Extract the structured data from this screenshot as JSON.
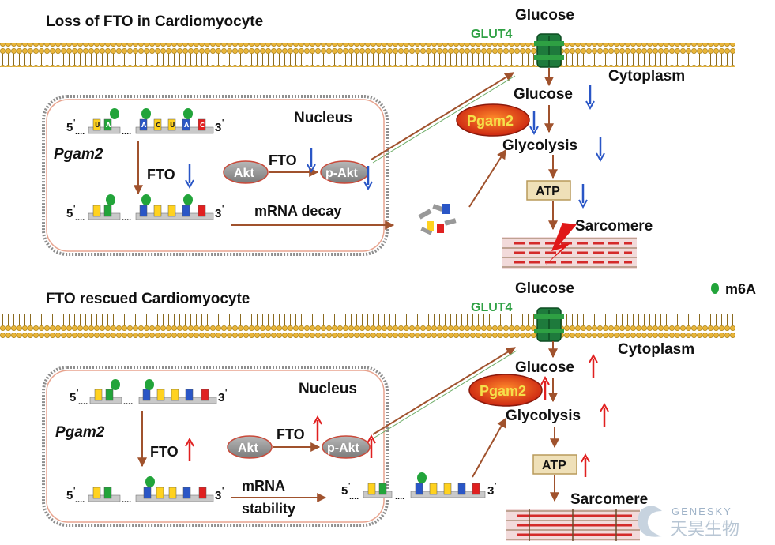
{
  "colors": {
    "membrane": "#e8b53a",
    "glut_green": "#2ea043",
    "arrow_down": "#2a56c6",
    "arrow_up": "#e02020",
    "pgam_fill": "#d92a18",
    "akt_fill": "#9a9a9a",
    "atp_fill": "#efe0b8",
    "sarcomere_red": "#d42a2a"
  },
  "icons": [
    "m6a-dot-icon",
    "glut4-channel-icon",
    "down-arrow-icon",
    "up-arrow-icon",
    "lightning-icon"
  ],
  "top": {
    "title": "Loss of FTO in Cardiomyocyte",
    "glucose_outside": "Glucose",
    "glut4": "GLUT4",
    "cytoplasm": "Cytoplasm",
    "nucleus": "Nucleus",
    "gene": "Pgam2",
    "fto_label": "FTO",
    "akt": "Akt",
    "fto_kinase_label": "FTO",
    "pakt": "p-Akt",
    "process": "mRNA decay",
    "glucose_inside": "Glucose",
    "pgam2": "Pgam2",
    "glycolysis": "Glycolysis",
    "atp": "ATP",
    "sarcomere": "Sarcomere",
    "five_prime": "5",
    "three_prime": "3",
    "prime": "'",
    "dots": "....",
    "nucleotides": [
      "U",
      "A",
      "A",
      "C",
      "U",
      "A",
      "C"
    ]
  },
  "bottom": {
    "title": "FTO rescued Cardiomyocyte",
    "glucose_outside": "Glucose",
    "glut4": "GLUT4",
    "cytoplasm": "Cytoplasm",
    "nucleus": "Nucleus",
    "gene": "Pgam2",
    "fto_label": "FTO",
    "akt": "Akt",
    "fto_kinase_label": "FTO",
    "pakt": "p-Akt",
    "process_line1": "mRNA",
    "process_line2": "stability",
    "glucose_inside": "Glucose",
    "pgam2": "Pgam2",
    "glycolysis": "Glycolysis",
    "atp": "ATP",
    "sarcomere": "Sarcomere"
  },
  "legend": {
    "m6a": "m6A"
  },
  "watermark": {
    "en": "GENESKY",
    "cn": "天昊生物"
  }
}
